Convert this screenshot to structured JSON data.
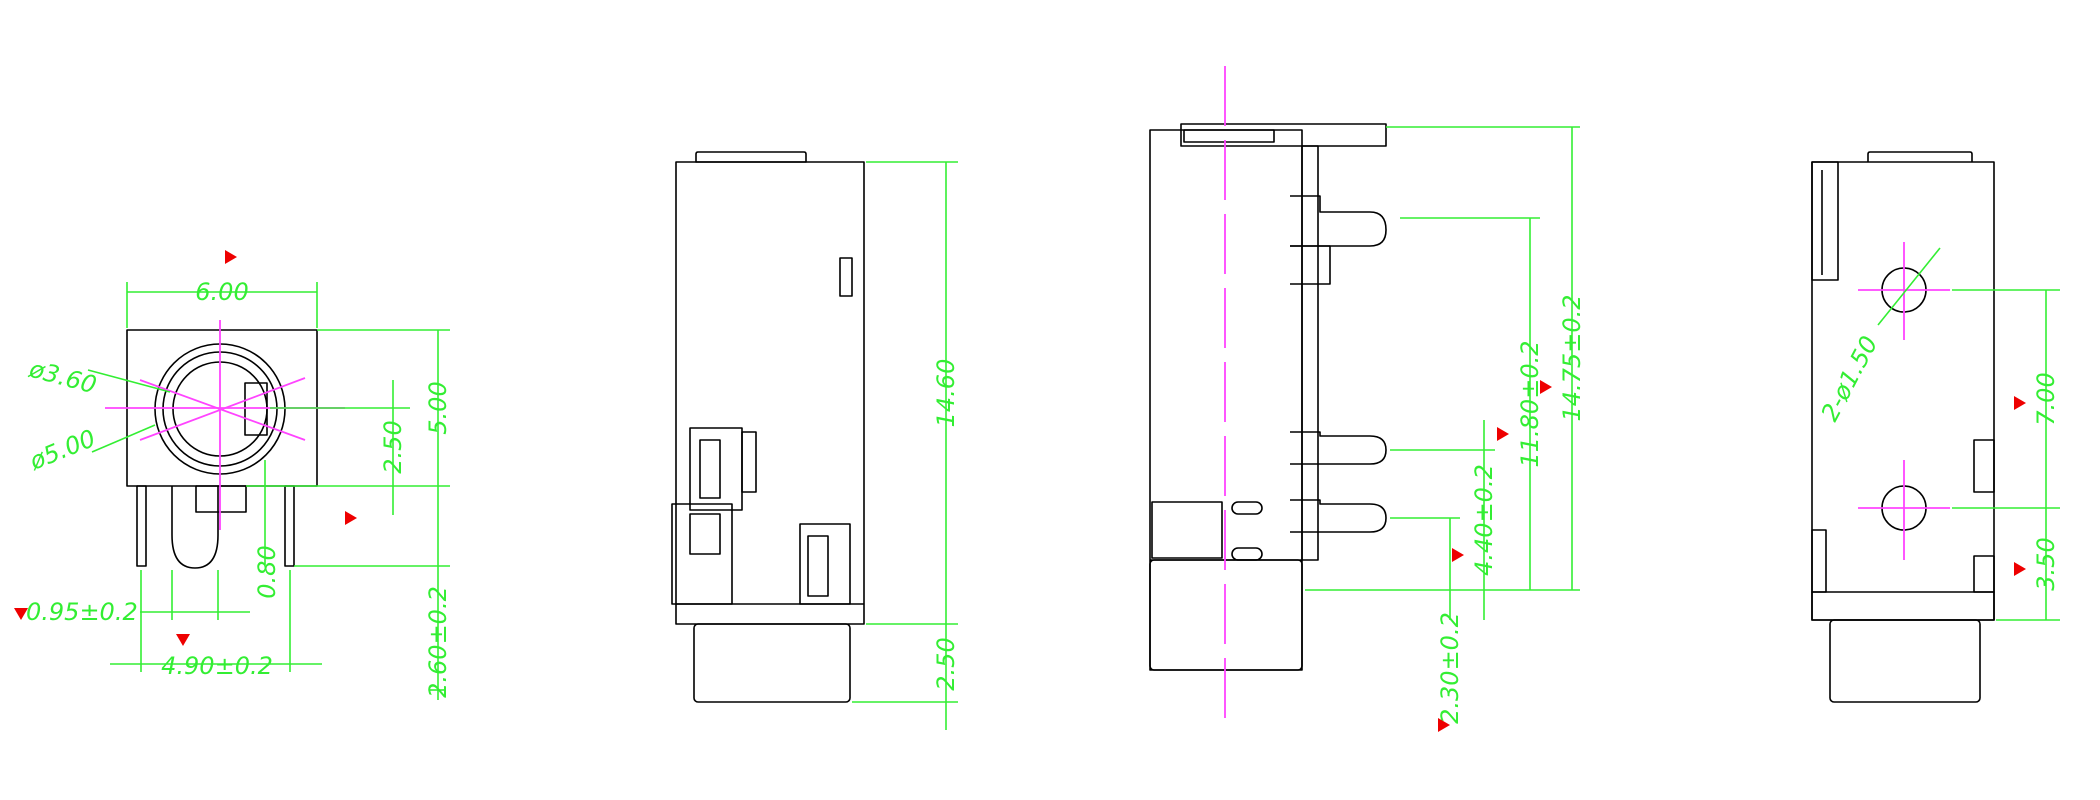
{
  "colors": {
    "outline": "#000000",
    "dimension": "#33ee33",
    "centerline": "#ff44ff",
    "marker": "#ee0000",
    "background": "#ffffff"
  },
  "front_view": {
    "width_top": "6.00",
    "inner_dia": "ø3.60",
    "outer_dia": "ø5.00",
    "dim_250": "2.50",
    "dim_500": "5.00",
    "dim_080": "0.80",
    "pin_width": "0.95±0.2",
    "pin_pitch": "4.90±0.2",
    "pin_length": "2.60±0.2"
  },
  "side_view": {
    "body_length": "14.60",
    "nose_length": "2.50"
  },
  "top_view": {
    "overall": "14.75±0.2",
    "pin1": "11.80±0.2",
    "pin2": "4.40±0.2",
    "pin3": "2.30±0.2"
  },
  "rear_view": {
    "holes": "2-ø1.50",
    "hole_pitch": "7.00",
    "hole_offset": "3.50"
  }
}
